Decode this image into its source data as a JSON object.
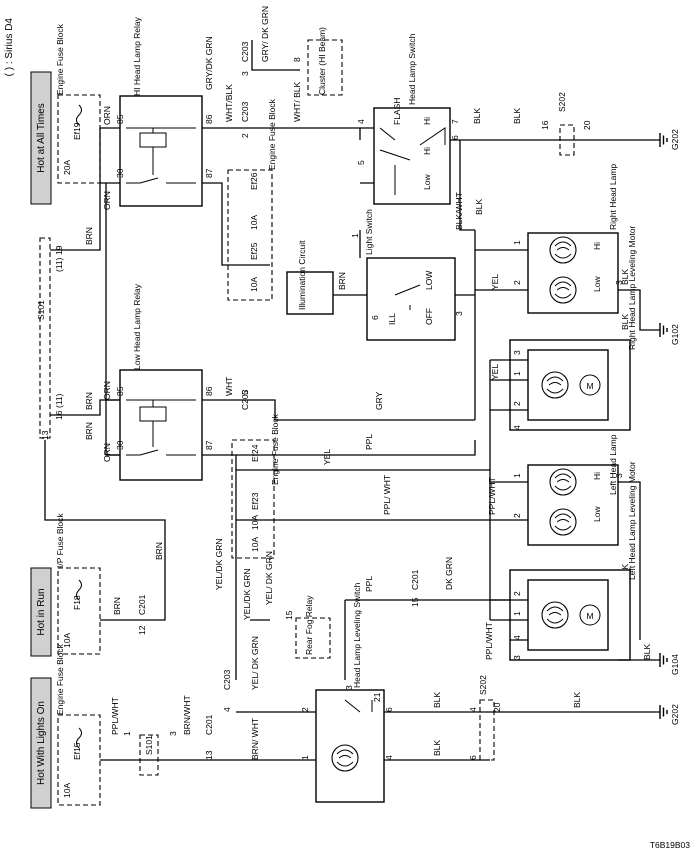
{
  "header": {
    "note": "( ) : Sirius D4"
  },
  "footer": {
    "code": "T6B19B03"
  },
  "power": {
    "hot_at_all_times": "Hot at All Times",
    "hot_in_run": "Hot in Run",
    "hot_with_lights_on": "Hot With Lights On"
  },
  "blocks": {
    "engine_fuse_block": "Engine Fuse Block",
    "ip_fuse_block": "I/P Fuse Block"
  },
  "fuses": {
    "ef19": "Ef19",
    "ef19_amp": "20A",
    "ef26": "Ef26",
    "ef25": "Ef25",
    "ef25_amp": "10A",
    "ef26_amp": "10A",
    "ef24": "Ef24",
    "ef23": "Ef23",
    "ef23_amp": "10A",
    "ef24_amp": "10A",
    "f18": "F18",
    "f18_amp": "10A",
    "ef15": "Ef15",
    "ef15_amp": "10A"
  },
  "components": {
    "hi_relay": "HI Head Lamp Relay",
    "low_relay": "Low Head Lamp Relay",
    "cluster": "Cluster (HI Beam)",
    "head_lamp_switch": "Head Lamp Switch",
    "light_switch": "Light Switch",
    "illumination": "Illumination Circuit",
    "right_head_lamp": "Right Head Lamp",
    "left_head_lamp": "Left Head Lamp",
    "right_leveling_motor": "Right Head Lamp Leveling Motor",
    "left_leveling_motor": "Left Head Lamp Leveling Motor",
    "leveling_switch": "Head Lamp Leveling Switch",
    "rear_fog_relay": "Rear Fog Relay"
  },
  "switch_labels": {
    "flash": "FLASH",
    "hi": "Hi",
    "low": "Low",
    "ill": "ILL",
    "off": "OFF",
    "low2": "LOW",
    "m": "M"
  },
  "splices": {
    "s101": "S101",
    "s202": "S202"
  },
  "grounds": {
    "g202": "G202",
    "g102": "G102",
    "g104": "G104"
  },
  "connectors": {
    "c203": "C203",
    "c201": "C201"
  },
  "wires": {
    "orn": "ORN",
    "brn": "BRN",
    "gry_dkgrn": "GRY/DK GRN",
    "gry_dkgrn2": "GRY/ DK GRN",
    "wht_blk": "WHT/BLK",
    "wht_blk2": "WHT/ BLK",
    "blk": "BLK",
    "blk_wht": "BLK/WHT",
    "yel": "YEL",
    "gry": "GRY",
    "ppl": "PPL",
    "ppl_wht": "PPL/WHT",
    "ppl_wht2": "PPL/ WHT",
    "wht": "WHT",
    "yel_dkgrn": "YEL/DK GRN",
    "yel_dkgrn2": "YEL/ DK GRN",
    "dkgrn": "DK GRN",
    "brn_wht": "BRN/WHT",
    "brn_wht2": "BRN/ WHT"
  },
  "pins": {
    "p1": "1",
    "p2": "2",
    "p3": "3",
    "p4": "4",
    "p5": "5",
    "p6": "6",
    "p7": "7",
    "p8": "8",
    "p12": "12",
    "p13": "13",
    "p15": "15",
    "p16": "16",
    "p19": "19",
    "p20": "20",
    "p21": "21",
    "p30": "30",
    "p85": "85",
    "p86": "86",
    "p87": "87",
    "p11": "(11)"
  }
}
